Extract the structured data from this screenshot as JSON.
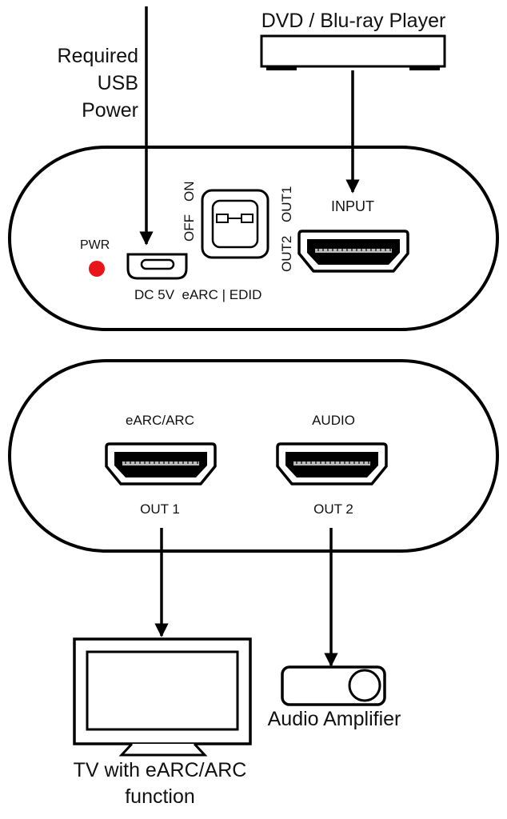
{
  "source": {
    "label": "DVD / Blu-ray Player"
  },
  "power": {
    "lines": [
      "Required",
      "USB",
      "Power"
    ]
  },
  "top_panel": {
    "pwr_label": "PWR",
    "pwr_led_color": "#e8151b",
    "switch_off": "OFF",
    "switch_on": "ON",
    "switch_out1": "OUT1",
    "switch_out2": "OUT2",
    "input_label": "INPUT",
    "bottom_label": "DC 5V  eARC | EDID"
  },
  "bottom_panel": {
    "port1_top": "eARC/ARC",
    "port1_bottom": "OUT 1",
    "port2_top": "AUDIO",
    "port2_bottom": "OUT 2"
  },
  "tv": {
    "lines": [
      "TV with eARC/ARC",
      "function"
    ]
  },
  "amplifier": {
    "label": "Audio Amplifier"
  }
}
